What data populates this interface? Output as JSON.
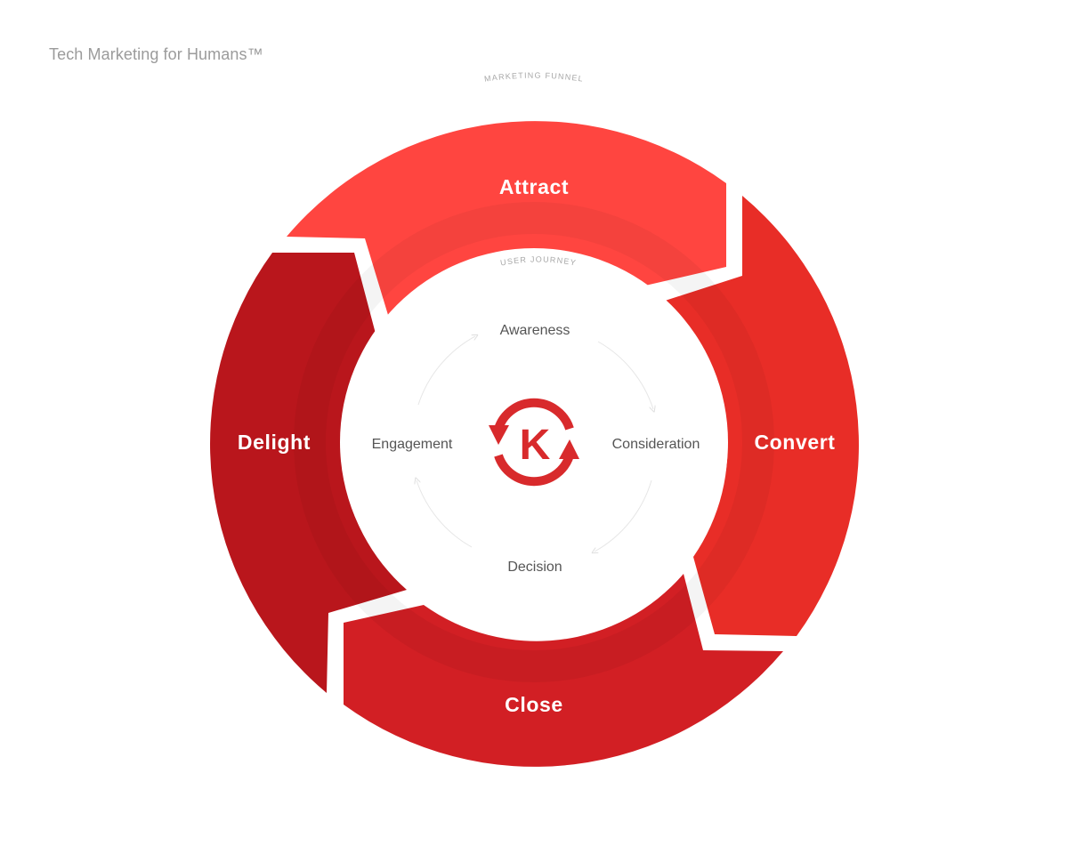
{
  "header": {
    "title": "Tech Marketing for Humans™"
  },
  "diagram": {
    "outer_caption": "MARKETING FUNNEL",
    "inner_caption": "USER JOURNEY",
    "outer_segments": [
      {
        "label": "Attract",
        "color": "#ff4540"
      },
      {
        "label": "Convert",
        "color": "#e82d27"
      },
      {
        "label": "Close",
        "color": "#d21f24"
      },
      {
        "label": "Delight",
        "color": "#b9161c"
      }
    ],
    "inner_stages": [
      {
        "label": "Awareness"
      },
      {
        "label": "Consideration"
      },
      {
        "label": "Decision"
      },
      {
        "label": "Engagement"
      }
    ],
    "logo": {
      "letter": "K",
      "color": "#d82a2c"
    },
    "colors": {
      "ring_shade": "rgba(0,0,0,0.045)",
      "cycle_arrows": "#e6e6e6"
    }
  }
}
